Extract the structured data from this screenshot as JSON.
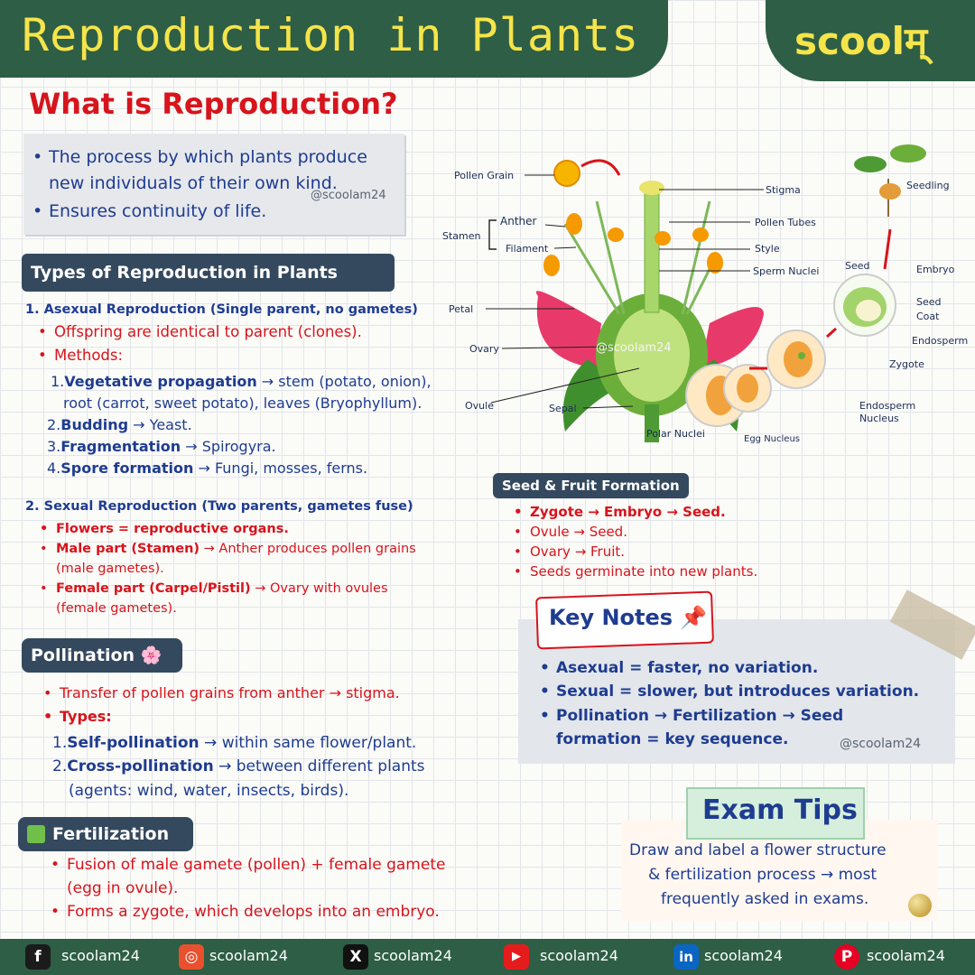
{
  "header": {
    "title": "Reproduction in Plants",
    "brand": "scoolम्"
  },
  "colors": {
    "header_green": "#2e5e45",
    "title_yellow": "#f5e44a",
    "heading_red": "#d7141c",
    "text_blue": "#1e3c90",
    "pill_dark": "#34495e"
  },
  "what": {
    "heading": "What is Reproduction?",
    "bullets": [
      "The process by which plants produce",
      "new individuals of their own kind.",
      "Ensures continuity of life."
    ],
    "watermark": "@scoolam24"
  },
  "types": {
    "pill": "Types of Reproduction in Plants",
    "asexual": {
      "heading": "1. Asexual Reproduction (Single parent, no gametes)",
      "points": [
        "Offspring are identical to parent (clones).",
        "Methods:"
      ],
      "methods": [
        {
          "num": "1.",
          "name": "Vegetative propagation",
          "desc": " → stem (potato, onion),",
          "cont": "root (carrot, sweet potato), leaves (Bryophyllum)."
        },
        {
          "num": "2.",
          "name": "Budding",
          "desc": " → Yeast."
        },
        {
          "num": "3.",
          "name": "Fragmentation",
          "desc": " → Spirogyra."
        },
        {
          "num": "4.",
          "name": "Spore formation",
          "desc": " → Fungi, mosses, ferns."
        }
      ]
    },
    "sexual": {
      "heading": "2. Sexual Reproduction (Two parents, gametes fuse)",
      "p1": "Flowers = reproductive organs.",
      "p2_bold": "Male part (Stamen)",
      "p2_rest": " → Anther produces pollen grains",
      "p2_cont": "(male gametes).",
      "p3_bold": "Female part (Carpel/Pistil)",
      "p3_rest": " → Ovary with ovules",
      "p3_cont": "(female gametes)."
    }
  },
  "pollination": {
    "pill": "Pollination 🌸",
    "p1": "Transfer of pollen grains from anther → stigma.",
    "p2": "Types:",
    "t1_num": "1.",
    "t1_name": "Self-pollination",
    "t1_desc": " → within same flower/plant.",
    "t2_num": "2.",
    "t2_name": "Cross-pollination",
    "t2_desc": " → between different plants",
    "t2_cont": "(agents: wind, water, insects, birds)."
  },
  "fertilization": {
    "pill": "Fertilization",
    "p1": "Fusion of male gamete (pollen) + female gamete",
    "p1_cont": "(egg in ovule).",
    "p2": "Forms a zygote, which develops into an embryo."
  },
  "diagram": {
    "labels": {
      "pollen_grain": "Pollen Grain",
      "anther": "Anther",
      "stamen": "Stamen",
      "filament": "Filament",
      "petal": "Petal",
      "ovary": "Ovary",
      "ovule": "Ovule",
      "sepal": "Sepal",
      "stigma": "Stigma",
      "pollen_tubes": "Pollen Tubes",
      "style": "Style",
      "sperm_nuclei": "Sperm Nuclei",
      "polar_nuclei": "Polar Nuclei",
      "egg_nucleus": "Egg Nucleus",
      "seedling": "Seedling",
      "seed": "Seed",
      "embryo": "Embryo",
      "seed_coat_1": "Seed",
      "seed_coat_2": "Coat",
      "endosperm": "Endosperm",
      "zygote": "Zygote",
      "endosperm_nucleus_1": "Endosperm",
      "endosperm_nucleus_2": "Nucleus"
    },
    "watermark": "@scoolam24"
  },
  "seed_fruit": {
    "pill": "Seed & Fruit Formation",
    "items": [
      "Zygote → Embryo → Seed.",
      "Ovule → Seed.",
      "Ovary → Fruit.",
      "Seeds germinate into new plants."
    ]
  },
  "key_notes": {
    "title": "Key Notes 📌",
    "items": [
      "Asexual = faster, no variation.",
      "Sexual = slower, but introduces variation.",
      "Pollination → Fertilization → Seed",
      "formation = key sequence."
    ],
    "watermark": "@scoolam24"
  },
  "exam_tips": {
    "title": "Exam Tips",
    "lines": [
      "Draw and label a flower structure",
      "& fertilization process → most",
      "frequently asked in exams."
    ]
  },
  "footer": {
    "handles": [
      "scoolam24",
      "scoolam24",
      "scoolam24",
      "scoolam24",
      "scoolam24",
      "scoolam24"
    ],
    "icons": [
      "facebook-icon",
      "instagram-icon",
      "x-icon",
      "youtube-icon",
      "linkedin-icon",
      "pinterest-icon"
    ]
  }
}
